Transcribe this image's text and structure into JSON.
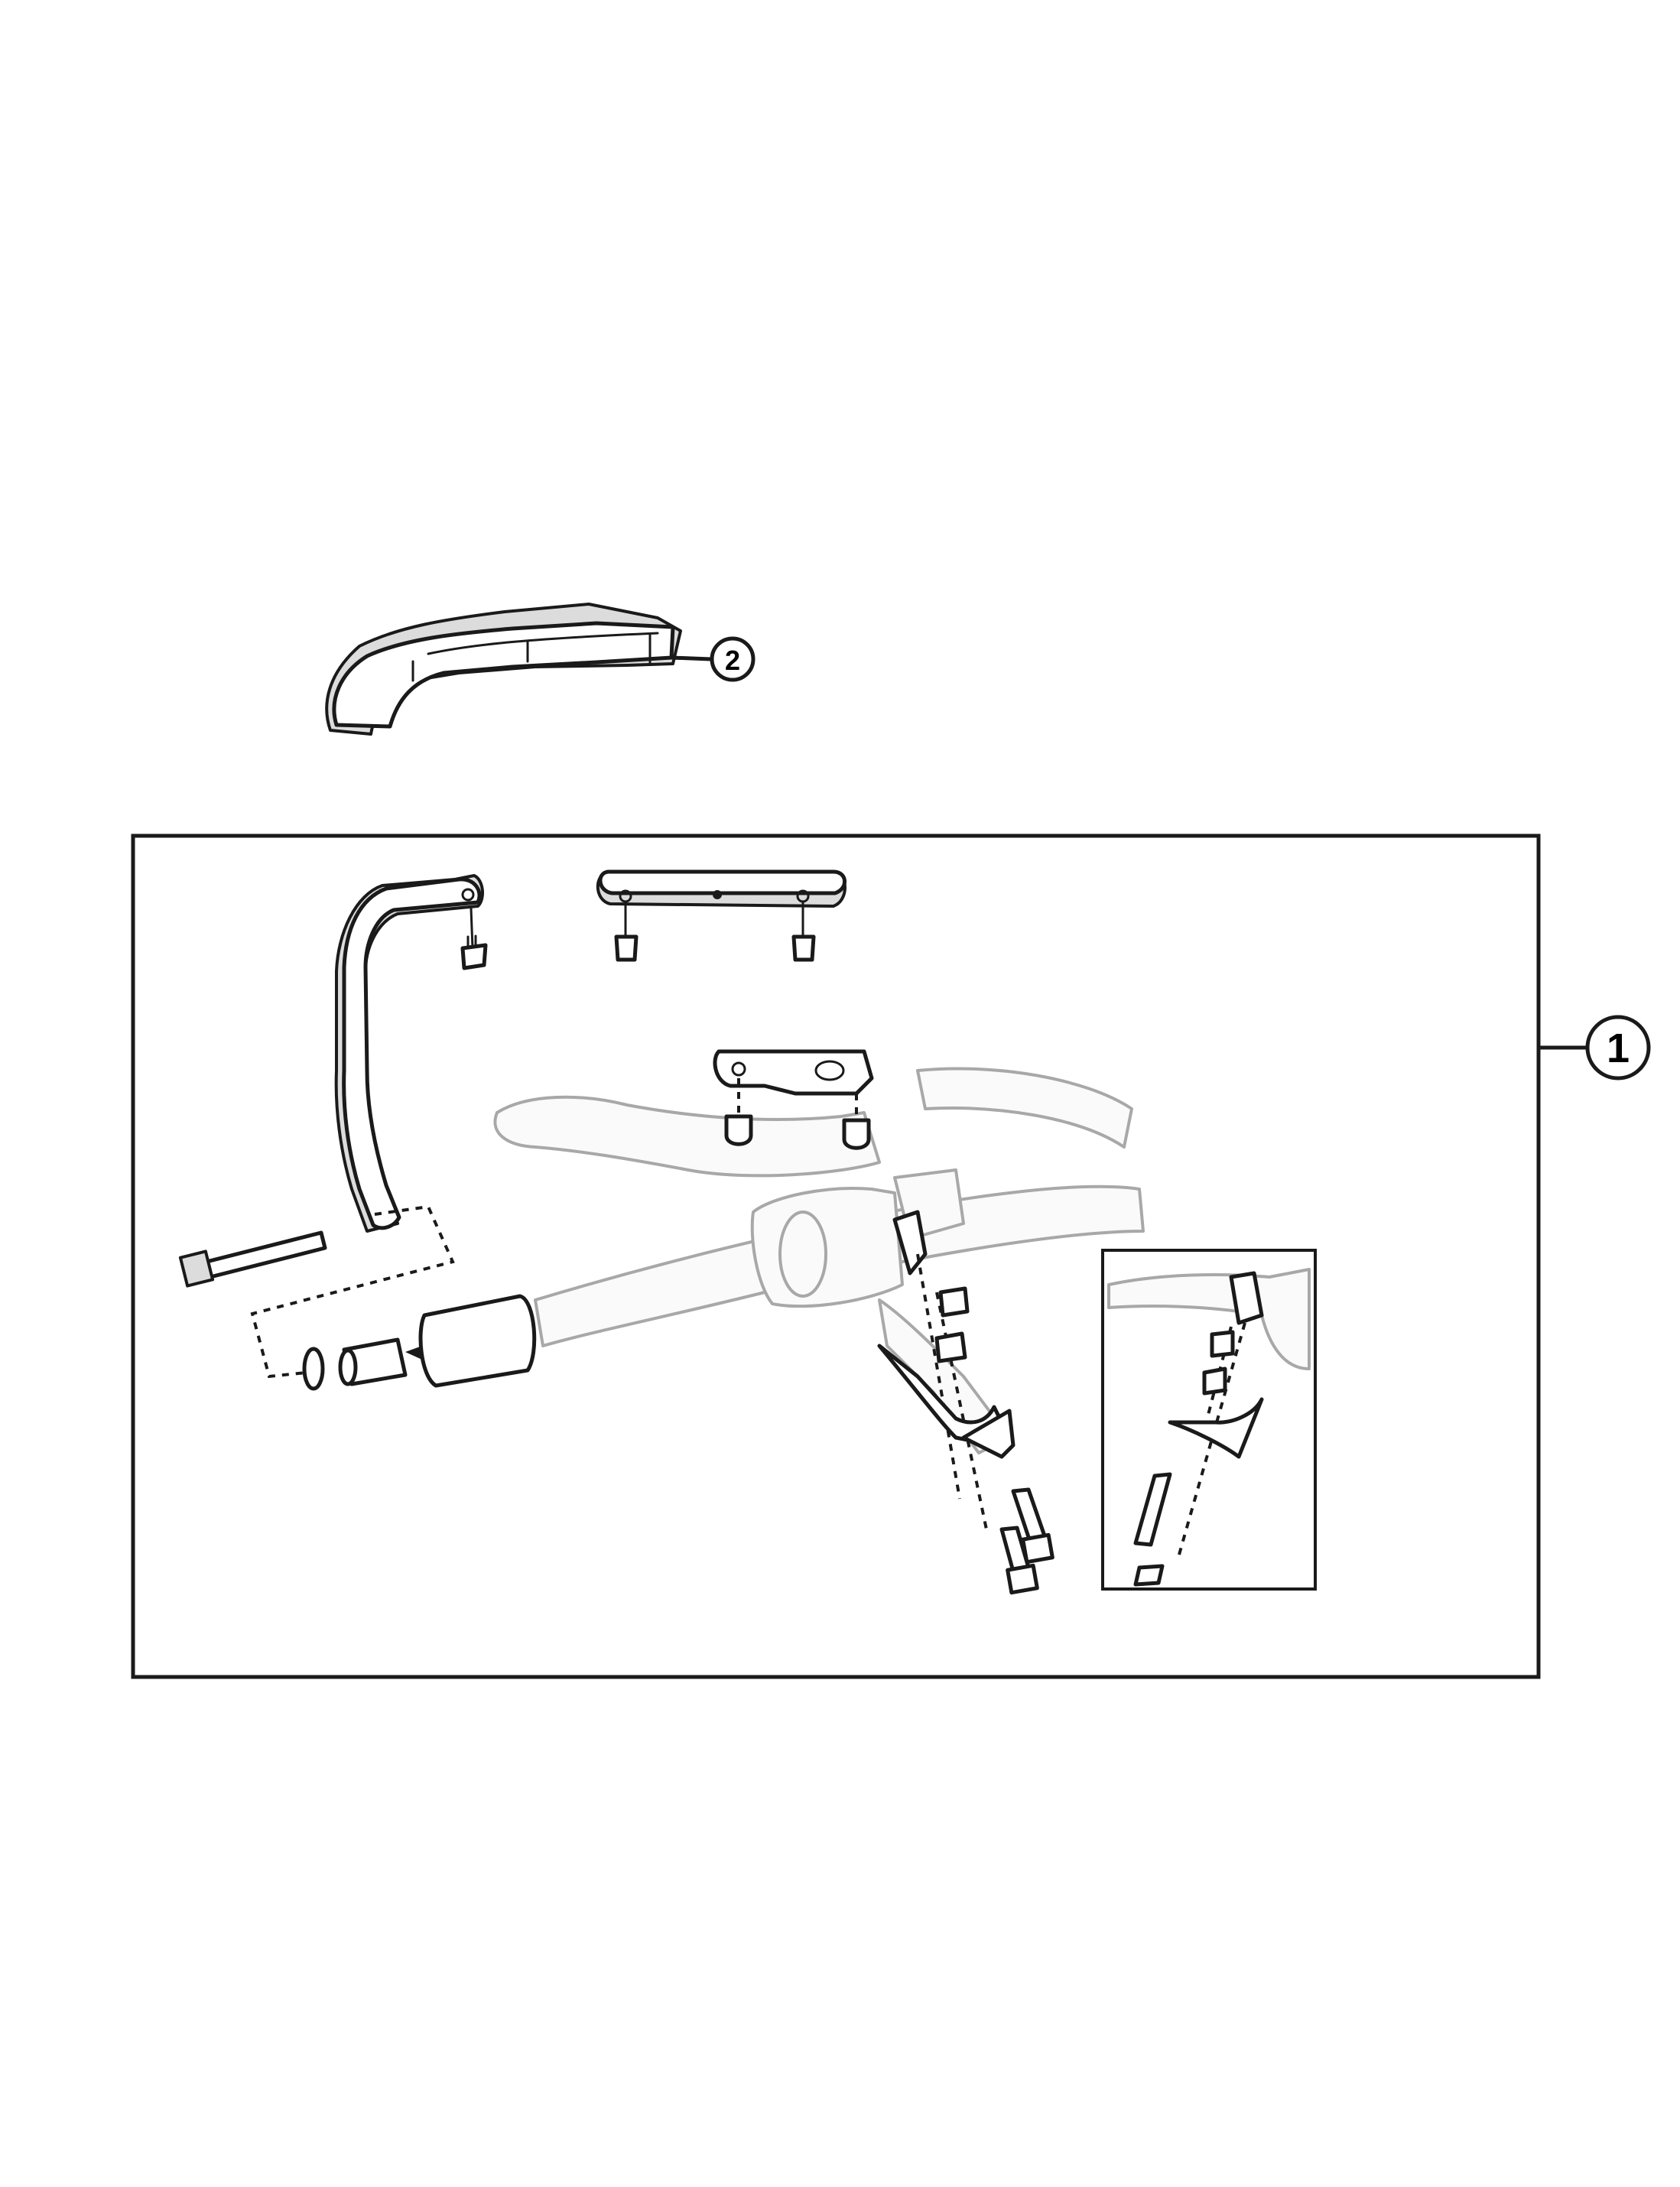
{
  "callouts": [
    {
      "label": "1",
      "part": "handguard-kit"
    },
    {
      "label": "2",
      "part": "handguard-shell"
    }
  ],
  "icons": [
    "callout-circle-icon",
    "screw-icon",
    "bolt-icon",
    "spacer-icon",
    "washer-icon"
  ],
  "colors": {
    "line": "#1a1a1a",
    "ghost": "#a8a8a8",
    "background": "#ffffff"
  }
}
